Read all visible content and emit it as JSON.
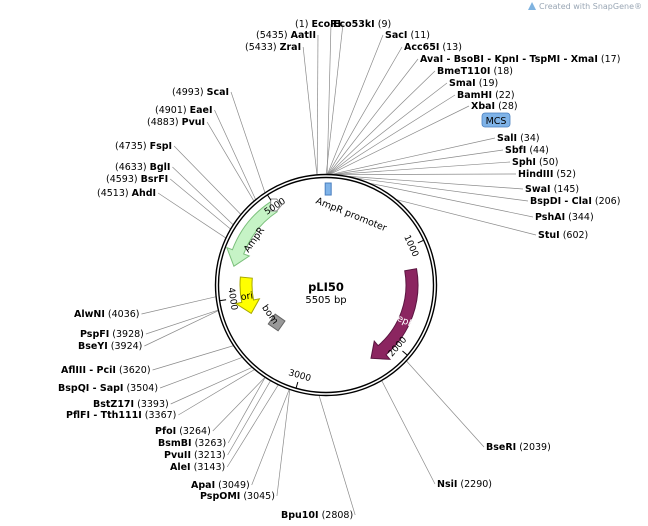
{
  "credit": "Created with SnapGene®",
  "plasmid": {
    "name": "pLI50",
    "size_label": "5505 bp",
    "total": 5505
  },
  "ticks": [
    {
      "pos": 1000,
      "label": "1000"
    },
    {
      "pos": 2000,
      "label": "2000"
    },
    {
      "pos": 3000,
      "label": "3000"
    },
    {
      "pos": 4000,
      "label": "4000"
    },
    {
      "pos": 5000,
      "label": "5000"
    }
  ],
  "features": [
    {
      "name": "AmpR",
      "label": "AmpR",
      "color": "#c6f3c6",
      "stroke": "#7bbf7b",
      "from": 4305,
      "to": 4990,
      "dir": "ccw",
      "track": "outer"
    },
    {
      "name": "AmpR promoter",
      "label": "AmpR promoter",
      "color": "#ffffff",
      "stroke": "#888888",
      "from": 5005,
      "to": 5110,
      "dir": "cw",
      "track": "outer"
    },
    {
      "name": "ori",
      "label": "ori",
      "color": "#ffff00",
      "stroke": "#a8a800",
      "from": 3810,
      "to": 4210,
      "dir": "ccw",
      "track": "inner"
    },
    {
      "name": "repB",
      "label": "repB",
      "color": "#8b2560",
      "stroke": "#5a1540",
      "from": 1220,
      "to": 2270,
      "dir": "cw",
      "track": "inner"
    },
    {
      "name": "MCS",
      "label": "MCS",
      "color": "#7fb3e8",
      "stroke": "#4a7fbf"
    },
    {
      "name": "bom",
      "label": "bom",
      "color": "#999999",
      "stroke": "#666666"
    }
  ],
  "sites": [
    {
      "pos": "(1)",
      "name": "EcoRI"
    },
    {
      "pos": "(5435)",
      "name": "AatII"
    },
    {
      "pos": "(5433)",
      "name": "ZraI"
    },
    {
      "pos": "(9)",
      "name": "Eco53kI"
    },
    {
      "pos": "(11)",
      "name": "SacI"
    },
    {
      "pos": "(13)",
      "name": "Acc65I"
    },
    {
      "pos": "(17)",
      "name": "AvaI - BsoBI - KpnI - TspMI - XmaI"
    },
    {
      "pos": "(18)",
      "name": "BmeT110I"
    },
    {
      "pos": "(19)",
      "name": "SmaI"
    },
    {
      "pos": "(22)",
      "name": "BamHI"
    },
    {
      "pos": "(28)",
      "name": "XbaI"
    },
    {
      "pos": "(34)",
      "name": "SalI"
    },
    {
      "pos": "(44)",
      "name": "SbfI"
    },
    {
      "pos": "(50)",
      "name": "SphI"
    },
    {
      "pos": "(52)",
      "name": "HindIII"
    },
    {
      "pos": "(145)",
      "name": "SwaI"
    },
    {
      "pos": "(206)",
      "name": "BspDI - ClaI"
    },
    {
      "pos": "(344)",
      "name": "PshAI"
    },
    {
      "pos": "(602)",
      "name": "StuI"
    },
    {
      "pos": "(2039)",
      "name": "BseRI"
    },
    {
      "pos": "(2290)",
      "name": "NsiI"
    },
    {
      "pos": "(2808)",
      "name": "Bpu10I"
    },
    {
      "pos": "(3045)",
      "name": "PspOMI"
    },
    {
      "pos": "(3049)",
      "name": "ApaI"
    },
    {
      "pos": "(3143)",
      "name": "AleI"
    },
    {
      "pos": "(3213)",
      "name": "PvuII"
    },
    {
      "pos": "(3263)",
      "name": "BsmBI"
    },
    {
      "pos": "(3264)",
      "name": "PfoI"
    },
    {
      "pos": "(3367)",
      "name": "PflFI - Tth111I"
    },
    {
      "pos": "(3393)",
      "name": "BstZ17I"
    },
    {
      "pos": "(3504)",
      "name": "BspQI - SapI"
    },
    {
      "pos": "(3620)",
      "name": "AflIII - PciI"
    },
    {
      "pos": "(3924)",
      "name": "BseYI"
    },
    {
      "pos": "(3928)",
      "name": "PspFI"
    },
    {
      "pos": "(4036)",
      "name": "AlwNI"
    },
    {
      "pos": "(4513)",
      "name": "AhdI"
    },
    {
      "pos": "(4593)",
      "name": "BsrFI"
    },
    {
      "pos": "(4633)",
      "name": "BglI"
    },
    {
      "pos": "(4735)",
      "name": "FspI"
    },
    {
      "pos": "(4883)",
      "name": "PvuI"
    },
    {
      "pos": "(4901)",
      "name": "EaeI"
    },
    {
      "pos": "(4993)",
      "name": "ScaI"
    }
  ]
}
